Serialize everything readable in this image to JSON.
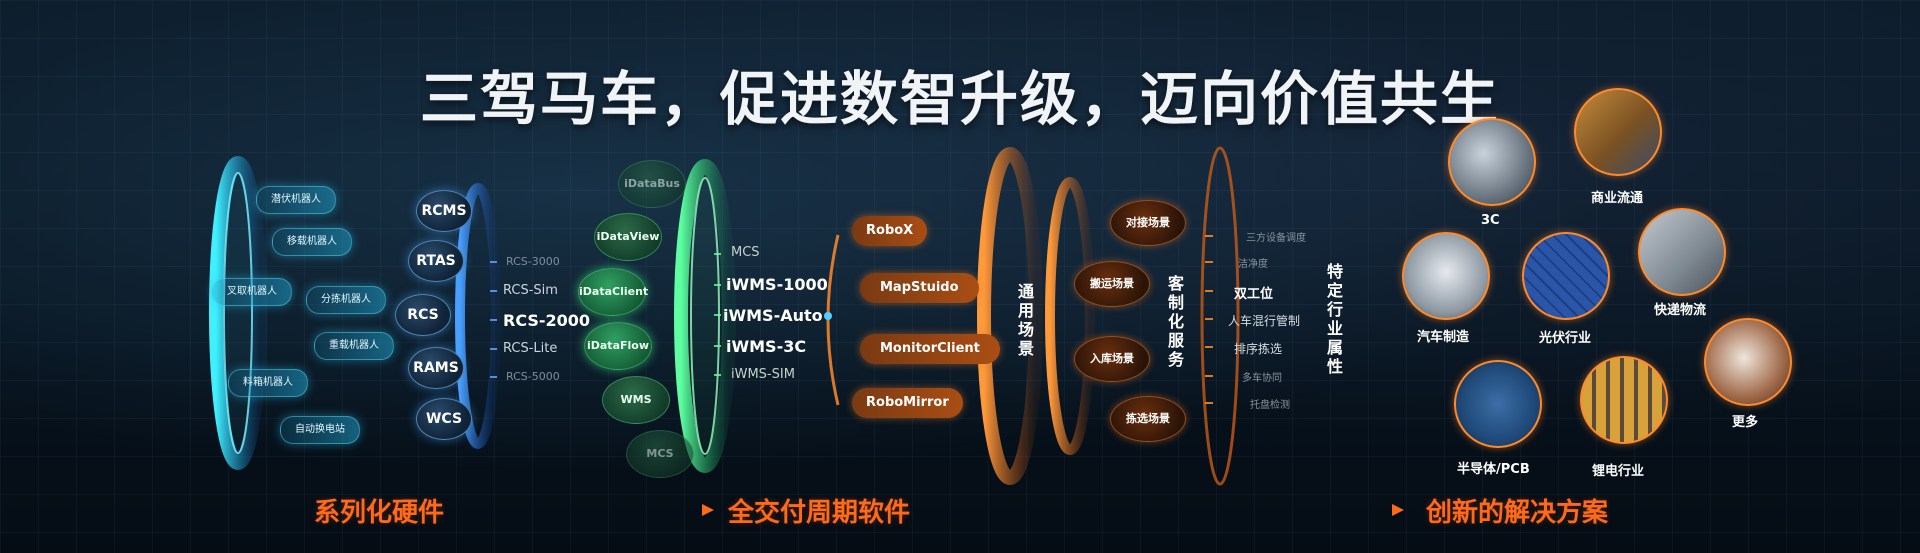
{
  "title": "三驾马车，促进数智升级，迈向价值共生",
  "hardware": {
    "robots": [
      "潜伏机器人",
      "移载机器人",
      "叉取机器人",
      "分拣机器人",
      "重载机器人",
      "料箱机器人",
      "自动换电站"
    ],
    "systems": [
      "RCMS",
      "RTAS",
      "RCS",
      "RAMS",
      "WCS"
    ]
  },
  "rcs_list": [
    "RCS-3000",
    "RCS-Sim",
    "RCS-2000",
    "RCS-Lite",
    "RCS-5000"
  ],
  "software": {
    "bubbles": [
      "iDataBus",
      "iDataView",
      "iDataClient",
      "iDataFlow",
      "WMS",
      "MCS"
    ],
    "wms_list": [
      "MCS",
      "iWMS-1000",
      "iWMS-Auto",
      "iWMS-3C",
      "iWMS-SIM"
    ],
    "tools": [
      "RoboX",
      "MapStuido",
      "MonitorClient",
      "RoboMirror"
    ]
  },
  "solutions": {
    "general_scene": "通用场景",
    "scenes": [
      "对接场景",
      "搬运场景",
      "入库场景",
      "拣选场景"
    ],
    "custom_service": "客制化服务",
    "services": [
      "三方设备调度",
      "洁净度",
      "双工位",
      "人车混行管制",
      "排序拣选",
      "多车协同",
      "托盘检测"
    ],
    "industry_attr": "特定行业属性",
    "industries": [
      "3C",
      "商业流通",
      "汽车制造",
      "光伏行业",
      "快递物流",
      "半导体/PCB",
      "锂电行业",
      "更多"
    ]
  },
  "bottom_labels": [
    "系列化硬件",
    "全交付周期软件",
    "创新的解决方案"
  ],
  "colors": {
    "hardware_accent": "#2ec8ef",
    "software_accent": "#22e07a",
    "solution_accent": "#ff7a1e"
  }
}
